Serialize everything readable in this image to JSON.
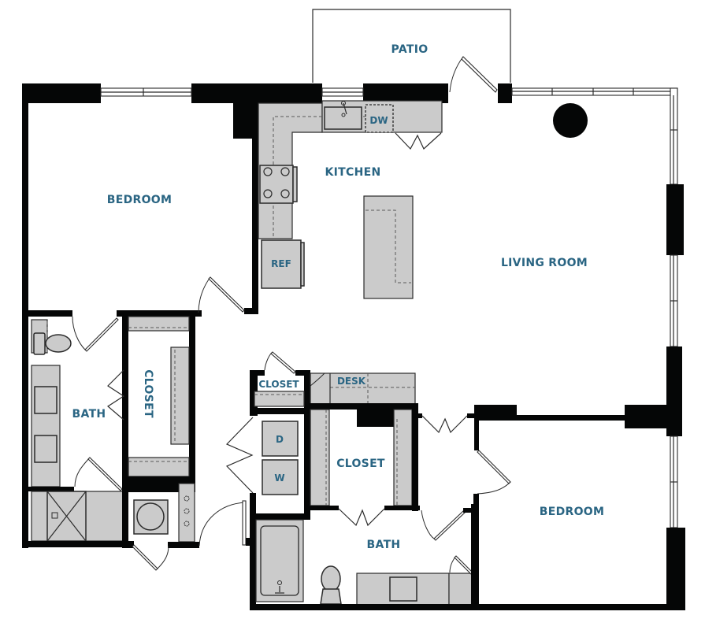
{
  "floor_plan": {
    "label_color": "#2a6583",
    "wall_color": "#050606",
    "fixture_color": "#cbcbcb",
    "rooms": {
      "patio": "PATIO",
      "kitchen": "KITCHEN",
      "living_room": "LIVING ROOM",
      "bedroom_1": "BEDROOM",
      "bedroom_2": "BEDROOM",
      "bath_1": "BATH",
      "bath_2": "BATH",
      "closet_walkin_1": "CLOSET",
      "closet_small": "CLOSET",
      "closet_walkin_2": "CLOSET",
      "desk": "DESK"
    },
    "appliances": {
      "dishwasher": "DW",
      "refrigerator": "REF",
      "dryer": "D",
      "washer": "W"
    }
  }
}
